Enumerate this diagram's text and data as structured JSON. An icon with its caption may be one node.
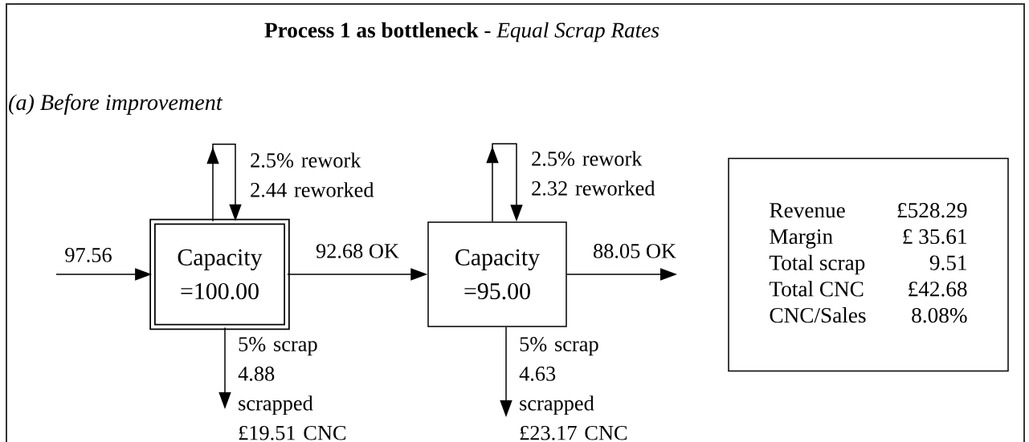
{
  "diagram": {
    "title": "**Process 1 as bottleneck** - *Equal Scrap Rates*",
    "nodes": [
      {
        "text": [
          "Capacity =100.00"
        ]
      },
      {
        "text": [
          "Capacity =95.00"
        ]
      },
      {
        "text": [
          "Revenue",
          "£528.29",
          "Margin",
          "£ 35.61",
          "Total scrap",
          "9.51",
          "Total CNC",
          "£42.68",
          "CNC/Sales",
          "8.08%"
        ]
      }
    ],
    "edges": [
      {
        "from": null,
        "to": 0,
        "arrow": "to",
        "label": "97.56"
      },
      {
        "from": 0,
        "to": 1,
        "arrow": "to",
        "label": "92.68 OK"
      },
      {
        "from": 1,
        "to": null,
        "arrow": "to",
        "label": "88.05 OK"
      },
      {
        "from": 0,
        "to": 0,
        "arrow": "to",
        "label": "2.5% rework 2.44 reworked"
      },
      {
        "from": 0,
        "to": null,
        "arrow": "to",
        "label": "5% scrap 4.88 scrapped £19.51 CNC"
      },
      {
        "from": 1,
        "to": 1,
        "arrow": "to",
        "label": "2.5% rework 2.32 reworked"
      },
      {
        "from": 1,
        "to": null,
        "arrow": "to",
        "label": "5% scrap 4.63 scrapped £23.17 CNC"
      }
    ],
    "labels": [
      "(a) Before improvement"
    ]
  }
}
